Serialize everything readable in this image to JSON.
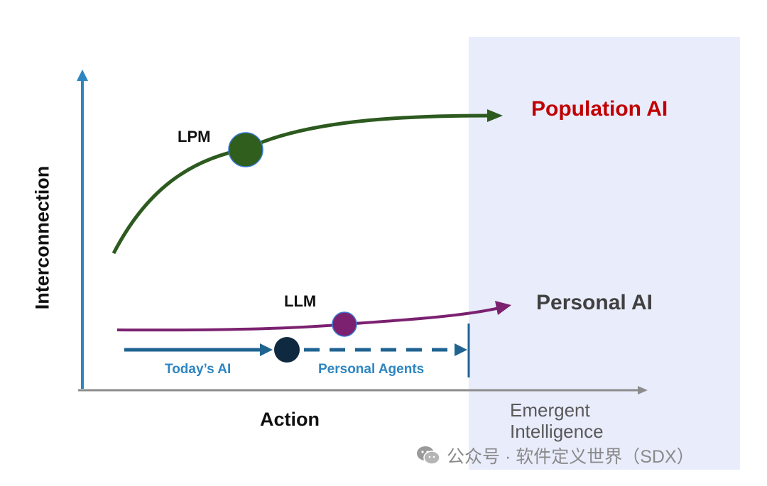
{
  "axes": {
    "y_label": "Interconnection",
    "x_label": "Action"
  },
  "curves": {
    "lpm": {
      "label": "LPM",
      "target_label": "Population AI"
    },
    "llm": {
      "label": "LLM",
      "target_label": "Personal AI"
    }
  },
  "timeline": {
    "today_label": "Today’s AI",
    "agents_label": "Personal Agents"
  },
  "region": {
    "label": "Emergent Intelligence"
  },
  "watermark": {
    "icon": "wechat-icon",
    "text": "公众号 · 软件定义世界（SDX）"
  },
  "colors": {
    "lpm": "#2d5a1f",
    "llm": "#7b2170",
    "timeline": "#1f6391",
    "timeline_dot": "#0f2a40",
    "axis_y": "#2e86c1",
    "axis_x": "#8c8c8c",
    "population_ai": "#c00000",
    "region_fill": "#e9ecfb"
  }
}
